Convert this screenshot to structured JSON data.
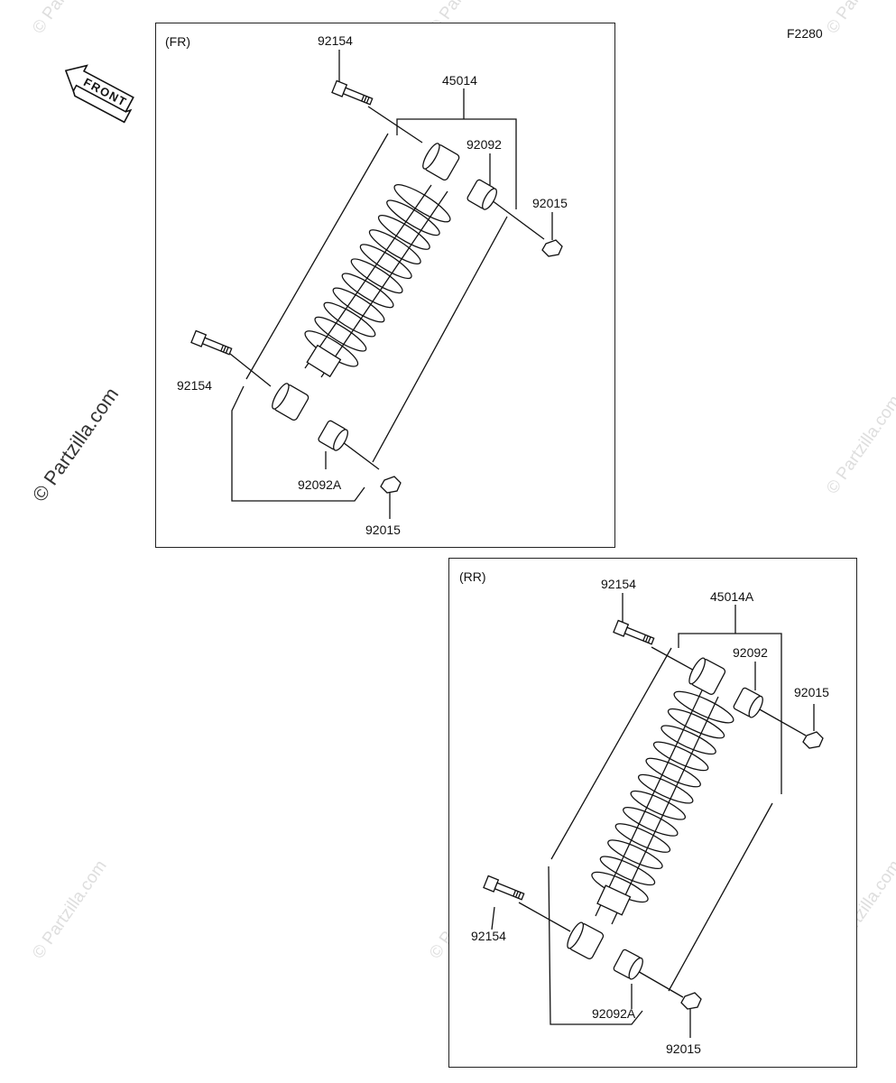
{
  "diagram_code": "F2280",
  "front_label": "FRONT",
  "watermark": "© Partzilla.com",
  "front_panel": {
    "title": "(FR)",
    "parts": {
      "bolt_top": "92154",
      "assembly": "45014",
      "bushing_top": "92092",
      "nut_top": "92015",
      "bolt_bottom": "92154",
      "bushing_bottom": "92092A",
      "nut_bottom": "92015"
    }
  },
  "rear_panel": {
    "title": "(RR)",
    "parts": {
      "bolt_top": "92154",
      "assembly": "45014A",
      "bushing_top": "92092",
      "nut_top": "92015",
      "bolt_bottom": "92154",
      "bushing_bottom": "92092A",
      "nut_bottom": "92015"
    }
  }
}
